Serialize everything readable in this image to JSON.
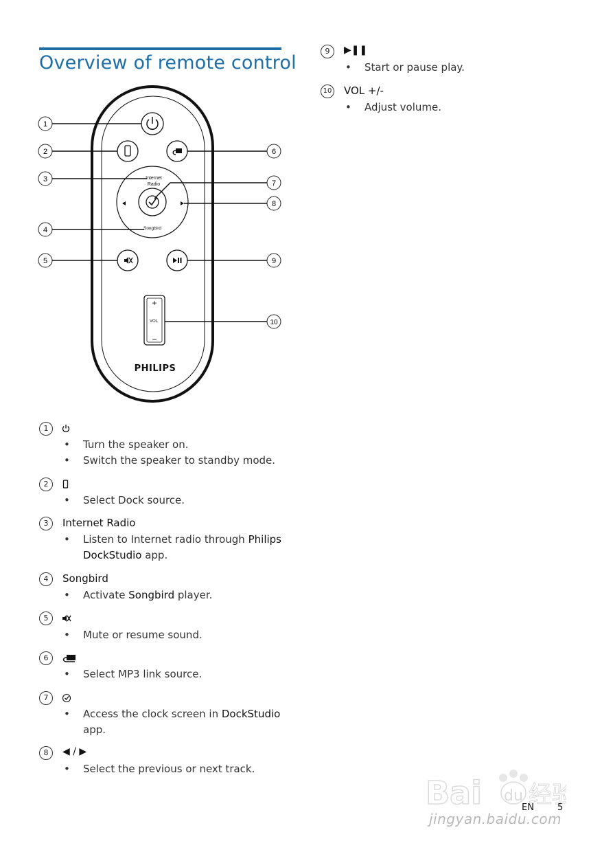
{
  "page_title": "Overview of remote control",
  "remote": {
    "brand": "PHILIPS",
    "label_internet_radio_1": "Internet",
    "label_internet_radio_2": "Radio",
    "label_songbird": "Songbird",
    "label_vol": "VOL",
    "vol_plus": "+",
    "vol_minus": "−",
    "callouts": [
      "1",
      "2",
      "3",
      "4",
      "5",
      "6",
      "7",
      "8",
      "9",
      "10"
    ]
  },
  "items": [
    {
      "num": "1",
      "head_icon": "power-icon",
      "bullets": [
        "Turn the speaker on.",
        "Switch the speaker to standby mode."
      ]
    },
    {
      "num": "2",
      "head_icon": "dock-icon",
      "bullets": [
        "Select Dock source."
      ]
    },
    {
      "num": "3",
      "head": "Internet Radio",
      "bullets": [
        "Listen to Internet radio through Philips DockStudio app."
      ]
    },
    {
      "num": "4",
      "head": "Songbird",
      "bullets": [
        "Activate Songbird player."
      ]
    },
    {
      "num": "5",
      "head_icon": "mute-icon",
      "bullets": [
        "Mute or resume sound."
      ]
    },
    {
      "num": "6",
      "head_icon": "mp3-link-icon",
      "bullets": [
        "Select MP3 link source."
      ]
    },
    {
      "num": "7",
      "head_icon": "check-icon",
      "bullets": [
        "Access the clock screen in DockStudio app."
      ]
    },
    {
      "num": "8",
      "head": "◀ / ▶",
      "bullets": [
        "Select the previous or next track."
      ]
    },
    {
      "num": "9",
      "head": "▶❚❚",
      "bullets": [
        "Start or pause play."
      ]
    },
    {
      "num": "10",
      "head": "VOL +/-",
      "bullets": [
        "Adjust volume."
      ]
    }
  ],
  "text": {
    "b3_pre": "Listen to Internet radio through ",
    "b3_bold1": "Philips",
    "b3_bold2": "DockStudio",
    "b3_post": " app.",
    "b4_pre": "Activate ",
    "b4_bold": "Songbird",
    "b4_post": " player.",
    "b7_pre": "Access the clock screen in ",
    "b7_bold": "DockStudio",
    "b7_post": "app."
  },
  "footer": {
    "lang": "EN",
    "page": "5"
  },
  "watermark": "jingyan.baidu.com"
}
